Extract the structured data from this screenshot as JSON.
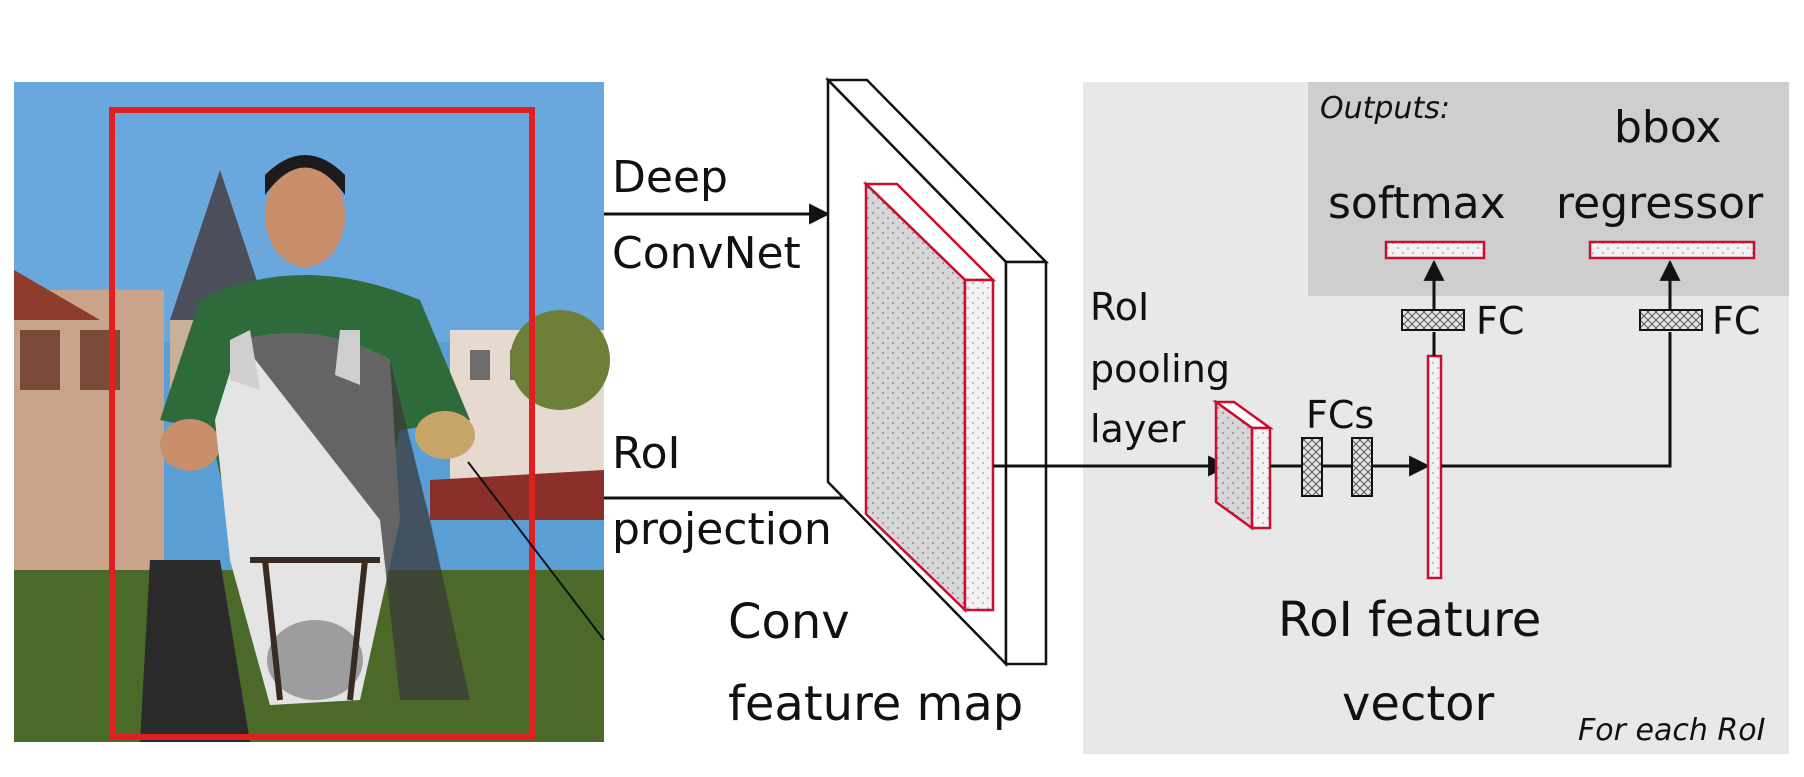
{
  "diagram": {
    "input_label": [
      "Deep",
      "ConvNet"
    ],
    "projection_label": [
      "RoI",
      "projection"
    ],
    "conv_map_label": [
      "Conv",
      "feature map"
    ],
    "pooling_label": [
      "RoI",
      "pooling",
      "layer"
    ],
    "fcs_label": "FCs",
    "roi_vector_label": [
      "RoI feature",
      "vector"
    ],
    "outputs_label": "Outputs:",
    "softmax_label": "softmax",
    "bbox_label": [
      "bbox",
      "regressor"
    ],
    "fc_left_label": "FC",
    "fc_right_label": "FC",
    "per_roi_label": "For each RoI"
  },
  "photo": {
    "description_icon": "rider-on-horse-photo-icon"
  },
  "colors": {
    "red": "#c8102e",
    "panel": "#e9e8e8",
    "outputs_panel": "#cfcdcd",
    "arrow": "#111111"
  }
}
